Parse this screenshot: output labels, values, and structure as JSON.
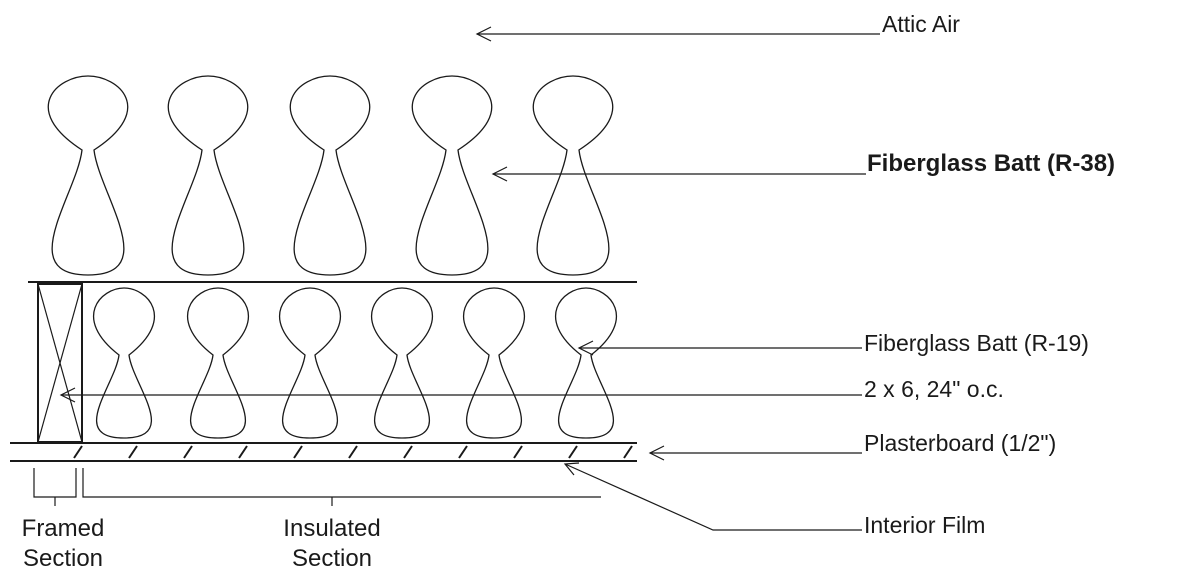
{
  "labels": {
    "attic_air": "Attic Air",
    "batt_r38": "Fiberglass Batt (R-38)",
    "batt_r19": "Fiberglass Batt (R-19)",
    "stud": "2 x 6, 24\" o.c.",
    "plasterboard": "Plasterboard (1/2\")",
    "interior_film": "Interior Film",
    "framed_section_line1": "Framed",
    "framed_section_line2": "Section",
    "insulated_section_line1": "Insulated",
    "insulated_section_line2": "Section"
  },
  "colors": {
    "stroke": "#1a1a1a",
    "background": "#ffffff"
  }
}
